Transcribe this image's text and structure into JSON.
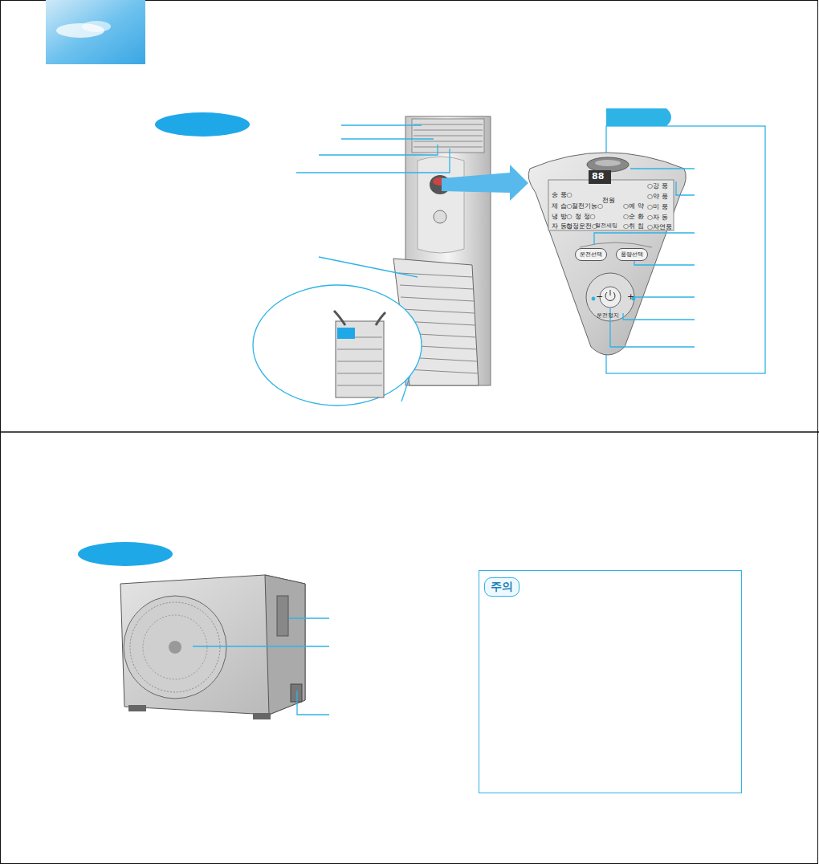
{
  "diagram": {
    "nodes": [
      {
        "text": [
          "운전선택"
        ]
      },
      {
        "text": [
          "풍량선택"
        ]
      },
      {
        "text": [
          "주의"
        ]
      }
    ],
    "labels": [
      "88",
      "○강 풍",
      "송 풍○",
      "전원",
      "○약 풍",
      "제 습○",
      "절전기능○",
      "○예 약",
      "○미 풍",
      "냉 방○",
      "청 정○",
      "○순 환",
      "○자 동",
      "자 동○",
      "청정운전○",
      "절전세팅",
      "○취 침",
      "○자연풍",
      "−",
      "+",
      "운전정지"
    ]
  }
}
